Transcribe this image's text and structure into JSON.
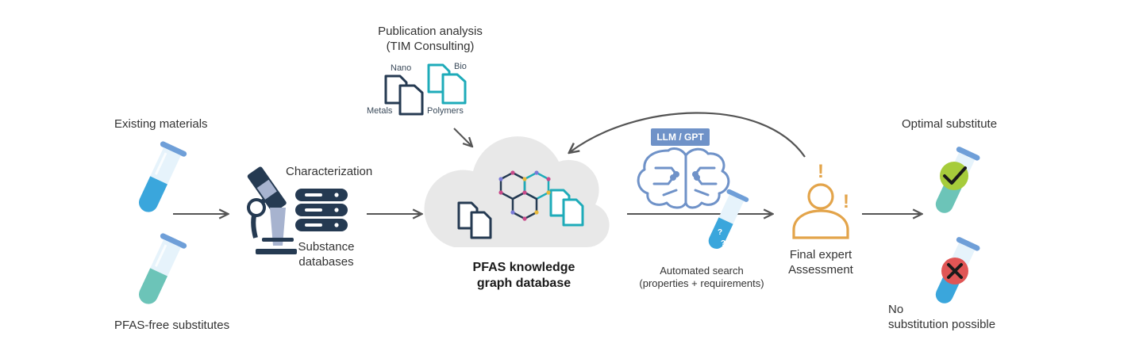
{
  "inputs": {
    "existing_materials": "Existing materials",
    "pfas_free_substitutes": "PFAS-free substitutes"
  },
  "characterization": {
    "label": "Characterization",
    "substance_databases": [
      "Substance",
      "databases"
    ]
  },
  "publication": {
    "title_line1": "Publication analysis",
    "title_line2": "(TIM Consulting)",
    "categories": {
      "nano": "Nano",
      "bio": "Bio",
      "metals": "Metals",
      "polymers": "Polymers"
    }
  },
  "knowledge_graph": {
    "line1": "PFAS knowledge",
    "line2": "graph database"
  },
  "search": {
    "badge": "LLM / GPT",
    "line1": "Automated search",
    "line2": "(properties + requirements)",
    "vial_marks": [
      "?",
      "?"
    ]
  },
  "expert": {
    "line1": "Final expert",
    "line2": "Assessment",
    "marks": [
      "!",
      "!"
    ]
  },
  "outcomes": {
    "optimal": "Optimal substitute",
    "none_line1": "No",
    "none_line2": "substitution possible"
  },
  "colors": {
    "navy": "#253a52",
    "teal": "#1eabb9",
    "blue_liquid": "#3aa6dc",
    "green_liquid": "#6cc4b8",
    "orange": "#e3a44a",
    "cloud": "#e8e8e8",
    "arrow": "#555555",
    "check": "#a6cc3b",
    "cross": "#e05555",
    "llm": "#6f92c8"
  }
}
